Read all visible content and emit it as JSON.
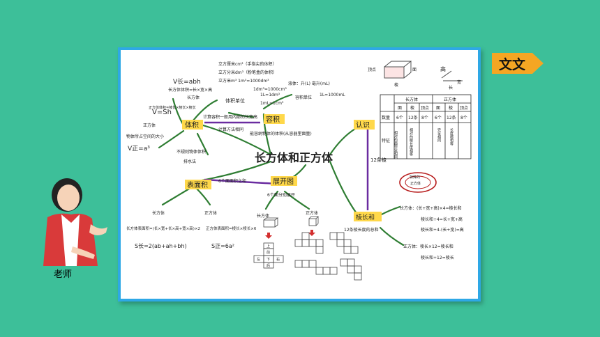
{
  "badge": {
    "label": "文文"
  },
  "teacher": {
    "label": "老师"
  },
  "mindmap": {
    "center": "长方体和正方体",
    "tiji": {
      "label": "体积",
      "formulas": [
        "V长=abh",
        "长方体体积=长×宽×高",
        "V=Sh",
        "V正=a³",
        "正方体体积=棱长×棱长×棱长"
      ],
      "notes": [
        "长方体",
        "正方体",
        "物体所占空间的大小",
        "不规则物体体积",
        "排水法",
        "体积单位"
      ]
    },
    "units": {
      "lines": [
        "立方厘米cm³（手指尖的体积）",
        "立方分米dm³（粉笔盒的体积）",
        "立方米m³  1m³=1000dm³",
        "1dm³=1000cm³"
      ],
      "rates": [
        "1L=1dm³",
        "1mL=1cm³",
        "1L=1000mL"
      ],
      "liquid": "液体：升(L) 毫升(mL)"
    },
    "rongji": {
      "label": "容积",
      "lines": [
        "计算容积一般用内部的长宽高",
        "计算方法相同",
        "能容纳物体的体积(从容器里面量)",
        "容积单位"
      ]
    },
    "biaomianji": {
      "label": "表面积",
      "desc": "6个面面积之和",
      "cuboid": "长方体",
      "cube": "正方体",
      "cuboid_def": "长方体表面积=(长×宽+长×高+宽×高)×2",
      "cube_def": "正方体表面积=棱长×棱长×6",
      "cuboid_formula": "S长=2(ab+ah+bh)",
      "cube_formula": "S正=6a²"
    },
    "zhankai": {
      "label": "展开图",
      "desc": "6个面分别展开",
      "cuboid": "长方体",
      "cube": "正方体",
      "faces": [
        "上",
        "前",
        "左",
        "下",
        "右",
        "后"
      ]
    },
    "renshi": {
      "label": "认识",
      "edges12": "12条棱",
      "parts": [
        "顶点",
        "面",
        "棱",
        "高",
        "长",
        "宽"
      ],
      "table": {
        "groups": [
          "长方体",
          "正方体"
        ],
        "headers": [
          "面",
          "棱",
          "顶点",
          "面",
          "棱",
          "顶点"
        ],
        "row1_label": "数量",
        "row1": [
          "6个",
          "12条",
          "8个",
          "6个",
          "12条",
          "8个"
        ],
        "row2_label": "特征",
        "row2": [
          "相对的面完全相同",
          "相对的棱长度相等",
          "完全相同",
          "长度都相等"
        ]
      }
    },
    "lengchanghe": {
      "label": "棱长和",
      "desc": "12条棱长度的总和",
      "cuboid": "长方体",
      "cube": "正方体",
      "cuboid_lines": [
        "长方体：(长+宽+高)×4=棱长和",
        "棱长和÷4=长+宽+高",
        "棱长和÷4-(长+宽)=高"
      ],
      "cube_lines": [
        "正方体：棱长×12=棱长和",
        "棱长和÷12=棱长"
      ],
      "special": [
        "特殊的",
        "正方体"
      ]
    }
  }
}
